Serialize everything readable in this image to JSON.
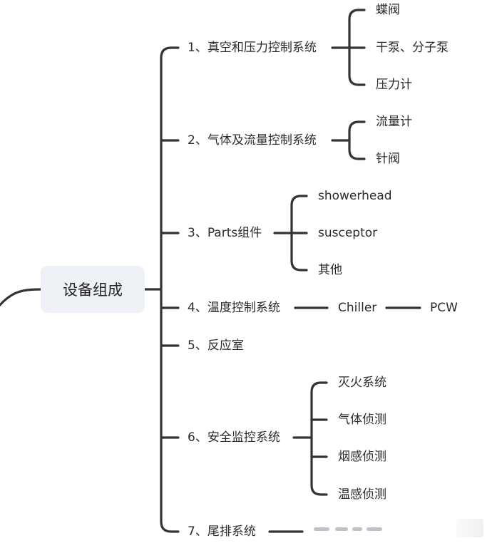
{
  "root": {
    "label": "设备组成"
  },
  "branches": [
    {
      "label": "1、真空和压力控制系统",
      "children": [
        "蝶阀",
        "干泵、分子泵",
        "压力计"
      ]
    },
    {
      "label": "2、气体及流量控制系统",
      "children": [
        "流量计",
        "针阀"
      ]
    },
    {
      "label": "3、Parts组件",
      "children": [
        "showerhead",
        "susceptor",
        "其他"
      ]
    },
    {
      "label": "4、温度控制系统",
      "chain": [
        "Chiller",
        "PCW"
      ]
    },
    {
      "label": "5、反应室"
    },
    {
      "label": "6、安全监控系统",
      "children": [
        "灭火系统",
        "气体侦测",
        "烟感侦测",
        "温感侦测"
      ]
    },
    {
      "label": "7、尾排系统"
    }
  ]
}
